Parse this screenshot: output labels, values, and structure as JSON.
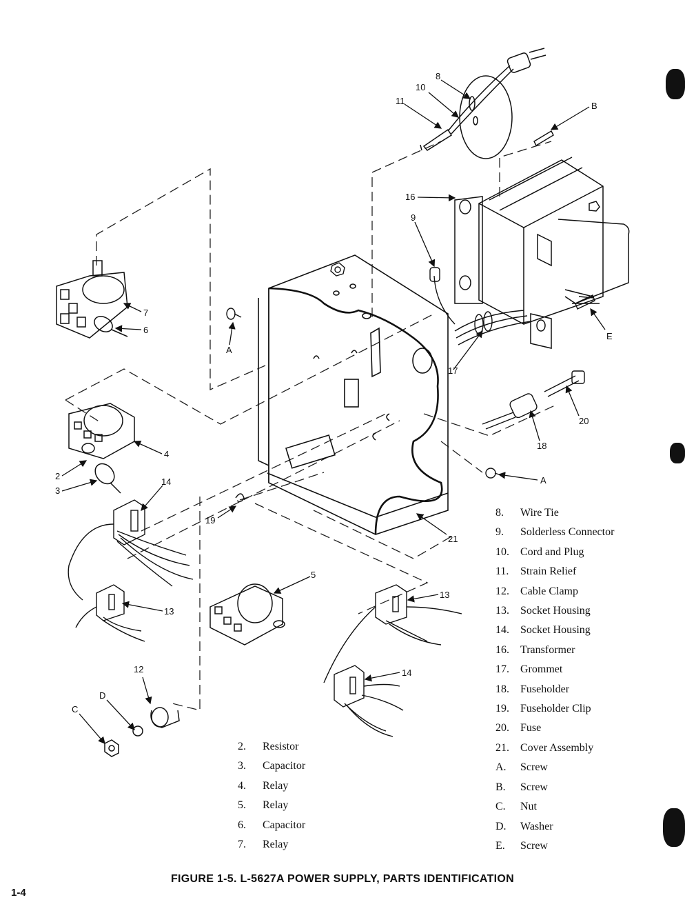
{
  "callouts": {
    "c8": "8",
    "c10": "10",
    "c11": "11",
    "cB": "B",
    "c16": "16",
    "c9": "9",
    "c7": "7",
    "c6": "6",
    "cA1": "A",
    "cE": "E",
    "c17": "17",
    "c20": "20",
    "c18": "18",
    "c4": "4",
    "c2": "2",
    "c3": "3",
    "c14a": "14",
    "c19": "19",
    "cA2": "A",
    "c21": "21",
    "c5": "5",
    "c13a": "13",
    "c13b": "13",
    "c14b": "14",
    "c12": "12",
    "cD": "D",
    "cC": "C"
  },
  "legend_right": [
    {
      "num": "8.",
      "label": "Wire Tie"
    },
    {
      "num": "9.",
      "label": "Solderless Connector"
    },
    {
      "num": "10.",
      "label": "Cord and Plug"
    },
    {
      "num": "11.",
      "label": "Strain Relief"
    },
    {
      "num": "12.",
      "label": "Cable Clamp"
    },
    {
      "num": "13.",
      "label": "Socket Housing"
    },
    {
      "num": "14.",
      "label": "Socket Housing"
    },
    {
      "num": "16.",
      "label": "Transformer"
    },
    {
      "num": "17.",
      "label": "Grommet"
    },
    {
      "num": "18.",
      "label": "Fuseholder"
    },
    {
      "num": "19.",
      "label": "Fuseholder Clip"
    },
    {
      "num": "20.",
      "label": "Fuse"
    },
    {
      "num": "21.",
      "label": "Cover Assembly"
    },
    {
      "num": "A.",
      "label": "Screw"
    },
    {
      "num": "B.",
      "label": "Screw"
    },
    {
      "num": "C.",
      "label": "Nut"
    },
    {
      "num": "D.",
      "label": "Washer"
    },
    {
      "num": "E.",
      "label": "Screw"
    }
  ],
  "legend_left": [
    {
      "num": "2.",
      "label": "Resistor"
    },
    {
      "num": "3.",
      "label": "Capacitor"
    },
    {
      "num": "4.",
      "label": "Relay"
    },
    {
      "num": "5.",
      "label": "Relay"
    },
    {
      "num": "6.",
      "label": "Capacitor"
    },
    {
      "num": "7.",
      "label": "Relay"
    }
  ],
  "caption": "FIGURE 1-5. L-5627A POWER SUPPLY, PARTS IDENTIFICATION",
  "page_number": "1-4"
}
